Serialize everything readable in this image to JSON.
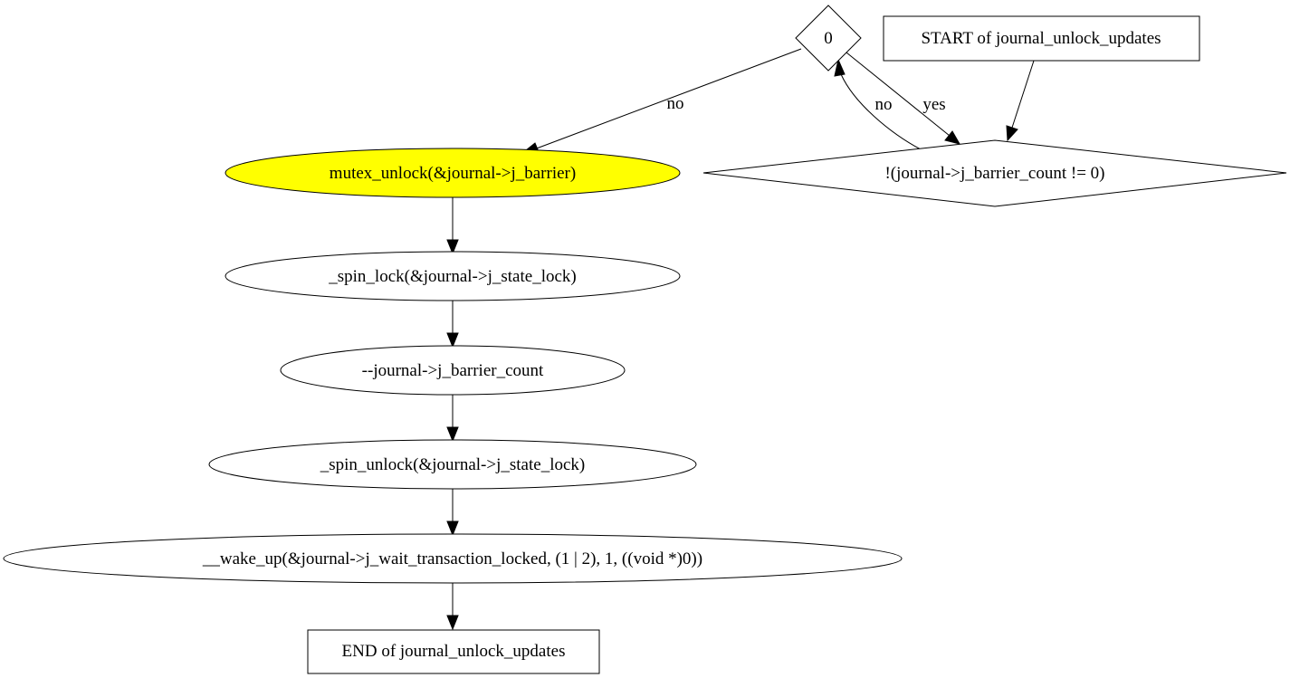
{
  "diagram": {
    "nodes": {
      "decision_zero": {
        "label": "0",
        "shape": "diamond",
        "fill": "#ffffff"
      },
      "start": {
        "label": "START of journal_unlock_updates",
        "shape": "box",
        "fill": "#ffffff"
      },
      "condition": {
        "label": "!(journal->j_barrier_count != 0)",
        "shape": "diamond",
        "fill": "#ffffff"
      },
      "mutex_unlock": {
        "label": "mutex_unlock(&journal->j_barrier)",
        "shape": "ellipse",
        "fill": "#ffff00"
      },
      "spin_lock": {
        "label": "_spin_lock(&journal->j_state_lock)",
        "shape": "ellipse",
        "fill": "#ffffff"
      },
      "decrement": {
        "label": "--journal->j_barrier_count",
        "shape": "ellipse",
        "fill": "#ffffff"
      },
      "spin_unlock": {
        "label": "_spin_unlock(&journal->j_state_lock)",
        "shape": "ellipse",
        "fill": "#ffffff"
      },
      "wake_up": {
        "label": "__wake_up(&journal->j_wait_transaction_locked, (1 | 2), 1, ((void *)0))",
        "shape": "ellipse",
        "fill": "#ffffff"
      },
      "end": {
        "label": "END of journal_unlock_updates",
        "shape": "box",
        "fill": "#ffffff"
      }
    },
    "edges": {
      "zero_to_mutex": {
        "from": "decision_zero",
        "to": "mutex_unlock",
        "label": "no"
      },
      "zero_to_condition": {
        "from": "decision_zero",
        "to": "condition",
        "label": "yes"
      },
      "condition_to_zero": {
        "from": "condition",
        "to": "decision_zero",
        "label": "no"
      },
      "start_to_condition": {
        "from": "start",
        "to": "condition",
        "label": ""
      },
      "mutex_to_spin_lock": {
        "from": "mutex_unlock",
        "to": "spin_lock",
        "label": ""
      },
      "spin_lock_to_decrement": {
        "from": "spin_lock",
        "to": "decrement",
        "label": ""
      },
      "decrement_to_spin_unlock": {
        "from": "decrement",
        "to": "spin_unlock",
        "label": ""
      },
      "spin_unlock_to_wake_up": {
        "from": "spin_unlock",
        "to": "wake_up",
        "label": ""
      },
      "wake_up_to_end": {
        "from": "wake_up",
        "to": "end",
        "label": ""
      }
    }
  }
}
